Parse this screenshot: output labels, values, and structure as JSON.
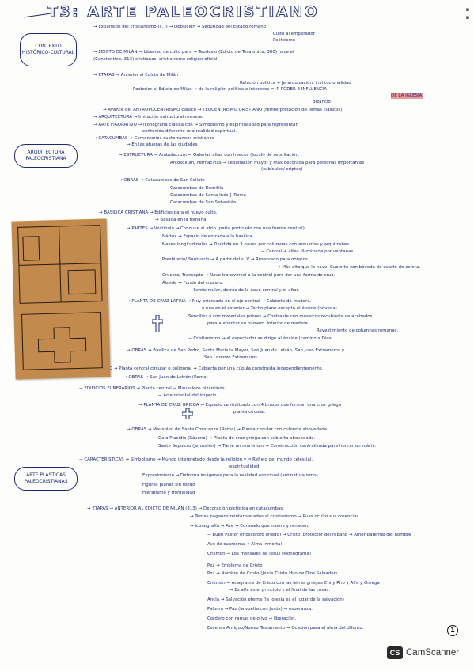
{
  "title": "T3: ARTE PALEOCRISTIANO",
  "edge_mark": "▪ ▪",
  "page_number": "1",
  "watermark": "CamScanner",
  "watermark_logo": "CS",
  "colors": {
    "ink": "#1c2b74",
    "orange": "#ff8c3c",
    "pink": "#ff3ca0",
    "red": "#eb4646",
    "yellow": "#ffdc28",
    "photo": "#c28a4d"
  },
  "sections": [
    {
      "box": "CONTEXTO HISTÓRICO-CULTURAL",
      "lines": [
        "→ Expansión del cristianismo (s. I) → Oposición → Seguridad del Estado romano",
        "Culto al emperador",
        "Politeísmo",
        "→ EDICTO DE MILÁN → Libertad de culto para → Teodosio (Edicto de Tesalónica, 380) hace el",
        "(Constantino, 313)      cristianos.                   cristianismo religión oficial.",
        "→ ETAPAS → Anterior al Edicto de Milán",
        "Relación política + Jerarquización, institucionalidad",
        "Posterior al Edicto de Milán → de la religión   política e intereses    = ↑ PODER E INFLUENCIA",
        "DE LA IGLESIA.",
        "Bizancio",
        "→ Avance del ANTROPOCENTRISMO clásico → TEOCENTRISMO CRISTIANO (reinterpretación de temas clásicos)",
        "→ ARQUITECTURA → Imitación estructural romana.",
        "→ ARTE FIGURATIVO → Iconografía clásica con → Simbolismo y espiritualidad para representar",
        "contenido diferente            una realidad espiritual."
      ]
    },
    {
      "box": "ARQUITECTURA PALEOCRISTIANA",
      "lines": [
        "→ CATACUMBAS → Cementerios subterráneos cristianos",
        "→ En las afueras de las ciudades",
        "→ ESTRUCTURA → Ambulacrum → Galerías altas con huecos (loculi) de sepultación.",
        "Arcosolium/ Hornacinas → sepultación mayor y más decorada para personas importantes",
        "(cubículos/ criptas)",
        "→ OBRAS → Catacumbas de San Calixto",
        "Catacumbas de Domitila",
        "Catacumbas de Santa Inés   } Roma",
        "Catacumbas de San Sebastián",
        "→ BASÍLICA CRISTIANA → Edificios para el nuevo culto.",
        "→ Basada en la romana.",
        "→ PARTES → Vestíbulo → Conduce al atrio (patio porticado con una fuente central)",
        "Nártex → Espacio de entrada a la basílica.",
        "Naves longitudinales → Dividida en 3 naves por columnas con arquerías y arquitrabes.",
        "→ Central + altas. Iluminada por ventanas.",
        "Presbiterio/ Santuario → A partir del s. V → Reservado para obispos.",
        "→ Más alto que la nave. Cubierto con bóveda de cuarto de esfera.",
        "Crucero/ Transepto → Nave transversal a la central para dar una forma de cruz.",
        "Ábside → Fondo del crucero.",
        "→ Semicircular, detrás de la nave central y el altar.",
        "→ PLANTA DE CRUZ LATINA → Muy orientada en el eje central → Cubierta de madera.",
        "y una en el exterior → Techo plano excepto el ábside (bóveda).",
        "Sencillez y con materiales pobres → Contraste con mosaicos recubierta de acabados.",
        "para aumentar su número.                   Interior de madera.",
        "Revestimiento de columnas romanas.",
        "→ Cristianismo → el espectador se dirige al ábside (camino a Dios)",
        "→ OBRAS → Basílica de San Pedro, Santa María la Mayor, San Juan de Letrán, San Juan Extramuros y",
        "San Lorenzo Extramuros.",
        "→ BAPTISTERIO → Planta central circular o poligonal → Cubierta por una cúpula construida independientemente.",
        "→ OBRAS → San Juan de Letrán (Roma)",
        "→ EDIFICIOS FUNERARIOS → Planta central → Mausoleos bizantinos",
        "→ Arte oriental del imperio.",
        "→ PLANTA DE CRUZ GRIEGA → Espacio centralizado con 4 brazos que forman una cruz griega",
        "planta circular.",
        "→ OBRAS → Mausoleo de Santa Constanza (Roma) → Planta circular con cubierta abovedada.",
        "Gala Placidia (Rávena) → Planta de cruz griega con cubierta abovedada.",
        "Santo Sepulcro (Jerusalén) → Tiene un martirium → Construcción centralizada para honrar un mártir."
      ]
    },
    {
      "box": "ARTE PLÁSTICAS PALEOCRISTIANAS",
      "lines": [
        "→ CARACTERÍSTICAS → Simbolismo → Mundo interpretado desde la religión y ⇒ Reflejo del mundo celestial.",
        "espiritualidad",
        "Expresionismo → Deforma imágenes para la realidad espiritual (antinaturalismo).",
        "Figuras planas sin fondo",
        "Hieratismo y frontalidad",
        "→ ETAPAS → ANTERIOR AL EDICTO DE MILÁN (313) → Decoración pictórica en catacumbas.",
        "→ Temas paganos reinterpretados al cristianismo → Pues oculto sus creencias.",
        "→ Iconografía → Ave → Consuelo que muere y renacen.",
        "→ Buen Pastor (moscóforo griego) → Cristo, protector del rebaño → Amor paternal del hombre",
        "Ave de cuaresma → Alma inmortal",
        "Crismón → Los mensajes de Jesús  (Monograma)",
        "Pez → Emblema de Cristo",
        "Pez → Nombre de Cristo (Jesús Cristo Hijo de Dios Salvador)",
        "Crismón → Anagrama de Cristo con las letras griegas Chi y Rho y Alfa y Omega",
        "→ Es alfa es el principio y el final de las cosas.",
        "Ancla → Salvación eterna (la iglesia es el lugar de la salvación)",
        "Paloma → Paz (la vuelta con Jesús) → esperanza.",
        "Cordero con ramas de olivo → liberación.",
        "Escenas Antiguo/Nuevo Testamento → Ocasión para el alma del difunto."
      ]
    }
  ]
}
